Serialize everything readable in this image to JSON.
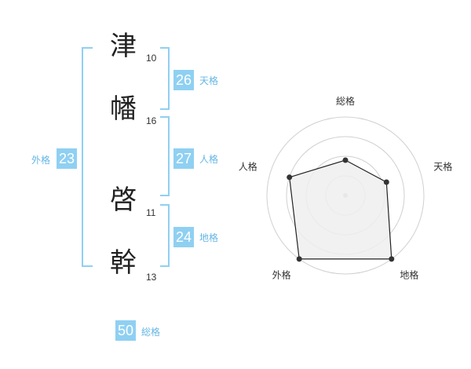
{
  "name_chars": [
    {
      "char": "津",
      "strokes": "10"
    },
    {
      "char": "幡",
      "strokes": "16"
    },
    {
      "char": "啓",
      "strokes": "11"
    },
    {
      "char": "幹",
      "strokes": "13"
    }
  ],
  "kaku": {
    "tenkaku": {
      "value": "26",
      "label": "天格"
    },
    "jinkaku": {
      "value": "27",
      "label": "人格"
    },
    "chikaku": {
      "value": "24",
      "label": "地格"
    },
    "gaikaku": {
      "value": "23",
      "label": "外格"
    },
    "soukaku": {
      "value": "50",
      "label": "総格"
    }
  },
  "chart_data": {
    "type": "radar",
    "axes": [
      "総格",
      "天格",
      "地格",
      "外格",
      "人格"
    ],
    "values": [
      0.45,
      0.55,
      1.0,
      1.0,
      0.75
    ],
    "range": [
      0,
      1
    ],
    "rings": 4,
    "colors": {
      "grid": "#d0d0d0",
      "fill": "#eeeeee",
      "line": "#222222",
      "point": "#333333",
      "center": "#bbbbbb"
    }
  }
}
